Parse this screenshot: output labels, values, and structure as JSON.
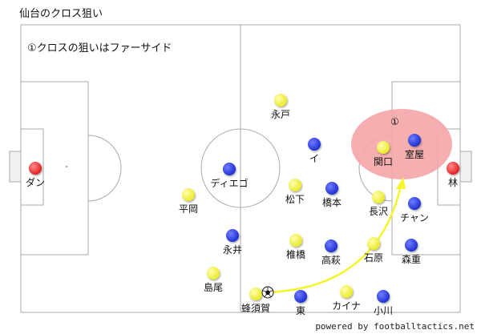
{
  "title": "仙台のクロス狙い",
  "note": "①クロスの狙いはファーサイド",
  "credit": "powered by footballtactics.net",
  "highlight": {
    "label": "①",
    "color": "#f4a6a8"
  },
  "colors": {
    "yellow": "#f5f52a",
    "blue": "#2233dd",
    "red": "#ee2222",
    "arrow": "#f5f52a"
  },
  "players": [
    {
      "name": "ダン",
      "team": "red"
    },
    {
      "name": "林",
      "team": "red"
    },
    {
      "name": "永戸",
      "team": "yellow"
    },
    {
      "name": "平岡",
      "team": "yellow"
    },
    {
      "name": "松下",
      "team": "yellow"
    },
    {
      "name": "関口",
      "team": "yellow"
    },
    {
      "name": "長沢",
      "team": "yellow"
    },
    {
      "name": "椎橋",
      "team": "yellow"
    },
    {
      "name": "石原",
      "team": "yellow"
    },
    {
      "name": "島尾",
      "team": "yellow"
    },
    {
      "name": "蜂須賀",
      "team": "yellow"
    },
    {
      "name": "カイナ",
      "team": "yellow"
    },
    {
      "name": "イ",
      "team": "blue"
    },
    {
      "name": "ディエゴ",
      "team": "blue"
    },
    {
      "name": "橋本",
      "team": "blue"
    },
    {
      "name": "室屋",
      "team": "blue"
    },
    {
      "name": "チャン",
      "team": "blue"
    },
    {
      "name": "永井",
      "team": "blue"
    },
    {
      "name": "高萩",
      "team": "blue"
    },
    {
      "name": "森重",
      "team": "blue"
    },
    {
      "name": "東",
      "team": "blue"
    },
    {
      "name": "小川",
      "team": "blue"
    }
  ],
  "ball": {
    "name": "ball-icon"
  }
}
